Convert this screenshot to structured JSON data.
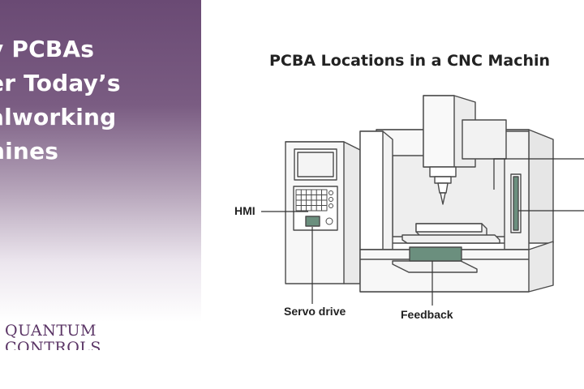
{
  "left_panel": {
    "headline": "y PCBAs\ner Today’s\nalworking\nhines",
    "brand_line1": "QUANTUM",
    "brand_line2": "CONTROLS",
    "brand_color": "#5b3566",
    "panel_color": "#6a4a74"
  },
  "diagram": {
    "title": "PCBA Locations in a CNC Machin",
    "labels": {
      "hmi": "HMI",
      "servo_drive": "Servo drive",
      "feedback": "Feedback"
    },
    "accent_color": "#6b8f7e"
  }
}
